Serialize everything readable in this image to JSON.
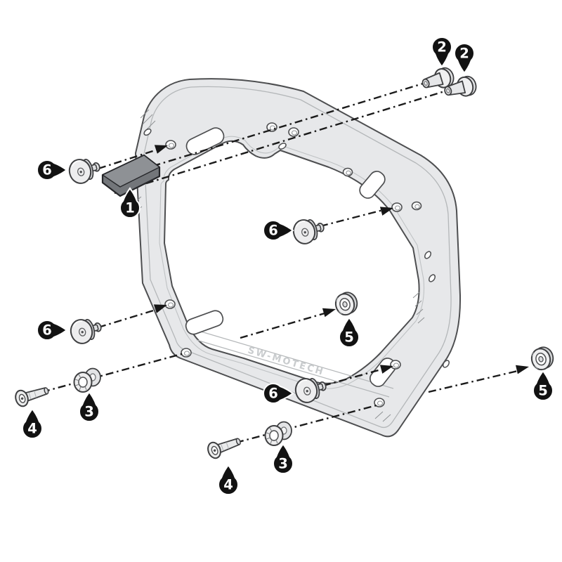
{
  "diagram": {
    "type": "exploded-assembly-diagram",
    "background": "#ffffff",
    "embossed_text": "SW-MOTECH",
    "colors": {
      "frame_fill": "#e7e8ea",
      "frame_stroke": "#4d4e50",
      "ridge": "#b4b7b9",
      "assembly_line": "#1b1b1b",
      "balloon_fill": "#121212",
      "balloon_text": "#ffffff",
      "hardware_fill": "#ededee",
      "wedge_top": "#8e9195",
      "wedge_side": "#73767a"
    },
    "callouts": [
      {
        "id": "part-1-wedge",
        "number": "1"
      },
      {
        "id": "part-2-screw-a",
        "number": "2"
      },
      {
        "id": "part-2-screw-b",
        "number": "2"
      },
      {
        "id": "part-3-spacer-a",
        "number": "3"
      },
      {
        "id": "part-3-spacer-b",
        "number": "3"
      },
      {
        "id": "part-4-bolt-a",
        "number": "4"
      },
      {
        "id": "part-4-bolt-b",
        "number": "4"
      },
      {
        "id": "part-5-nut-a",
        "number": "5"
      },
      {
        "id": "part-5-nut-b",
        "number": "5"
      },
      {
        "id": "part-6-cap-a",
        "number": "6"
      },
      {
        "id": "part-6-cap-b",
        "number": "6"
      },
      {
        "id": "part-6-cap-c",
        "number": "6"
      },
      {
        "id": "part-6-cap-d",
        "number": "6"
      }
    ]
  }
}
